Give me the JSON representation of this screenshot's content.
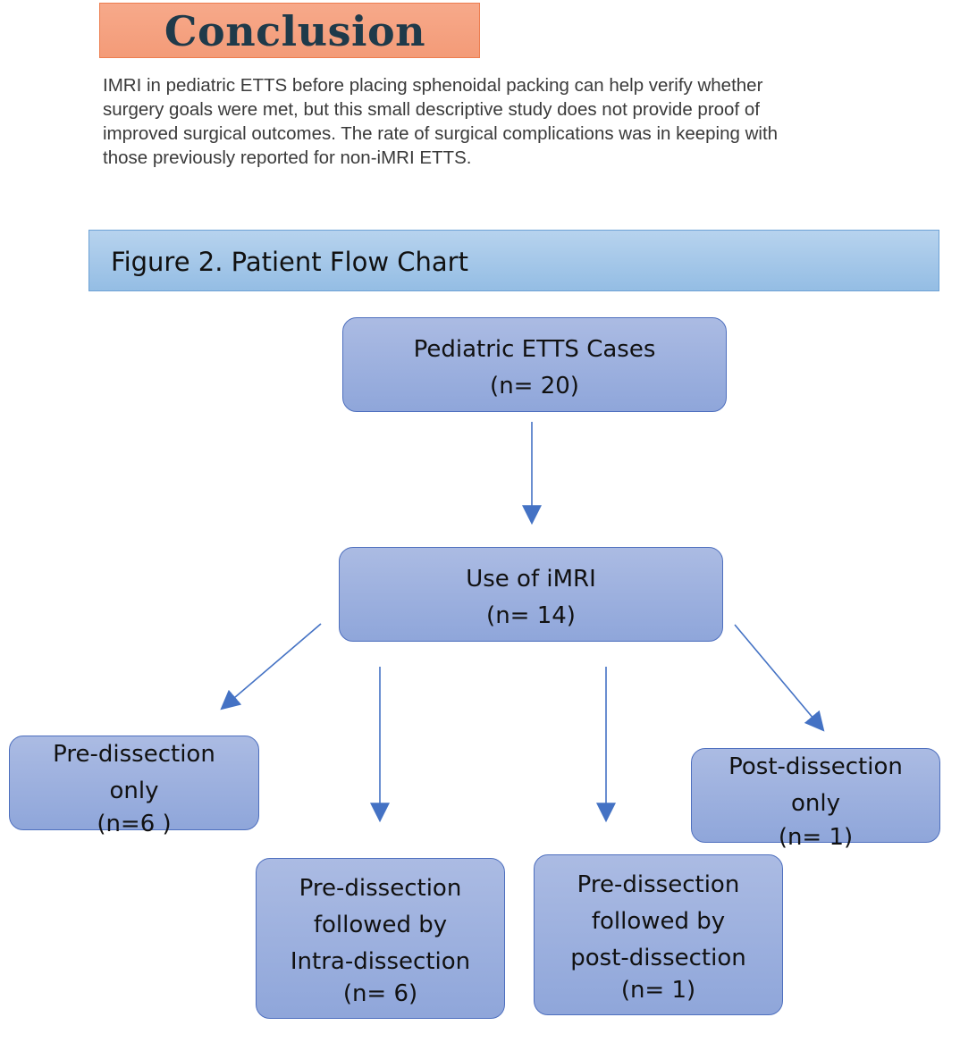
{
  "conclusion": {
    "title": "Conclusion",
    "lines": [
      "IMRI in pediatric ETTS before placing sphenoidal packing can help verify whether",
      "surgery goals were met, but this small descriptive study does not provide proof of",
      "improved surgical outcomes. The rate of surgical complications was in keeping with",
      "those previously reported for non-iMRI ETTS."
    ]
  },
  "figure": {
    "title": "Figure 2. Patient Flow Chart"
  },
  "flowchart": {
    "root": {
      "lines": [
        "Pediatric ETTS Cases",
        "(n= 20)"
      ]
    },
    "imri": {
      "lines": [
        "Use of iMRI",
        "(n= 14)"
      ]
    },
    "pre_only": {
      "lines": [
        "Pre-dissection",
        "only",
        "(n=6 )"
      ]
    },
    "post_only": {
      "lines": [
        "Post-dissection",
        "only",
        "(n= 1)"
      ]
    },
    "pre_intra": {
      "lines": [
        "Pre-dissection",
        "followed by",
        "Intra-dissection",
        "(n= 6)"
      ]
    },
    "pre_post": {
      "lines": [
        "Pre-dissection",
        "followed by",
        "post-dissection",
        "(n= 1)"
      ]
    }
  },
  "colors": {
    "arrow": "#4472c4",
    "node_border": "#4e6fbe",
    "header_fill": "#a8c8ea",
    "conclusion_fill": "#f5a383"
  }
}
